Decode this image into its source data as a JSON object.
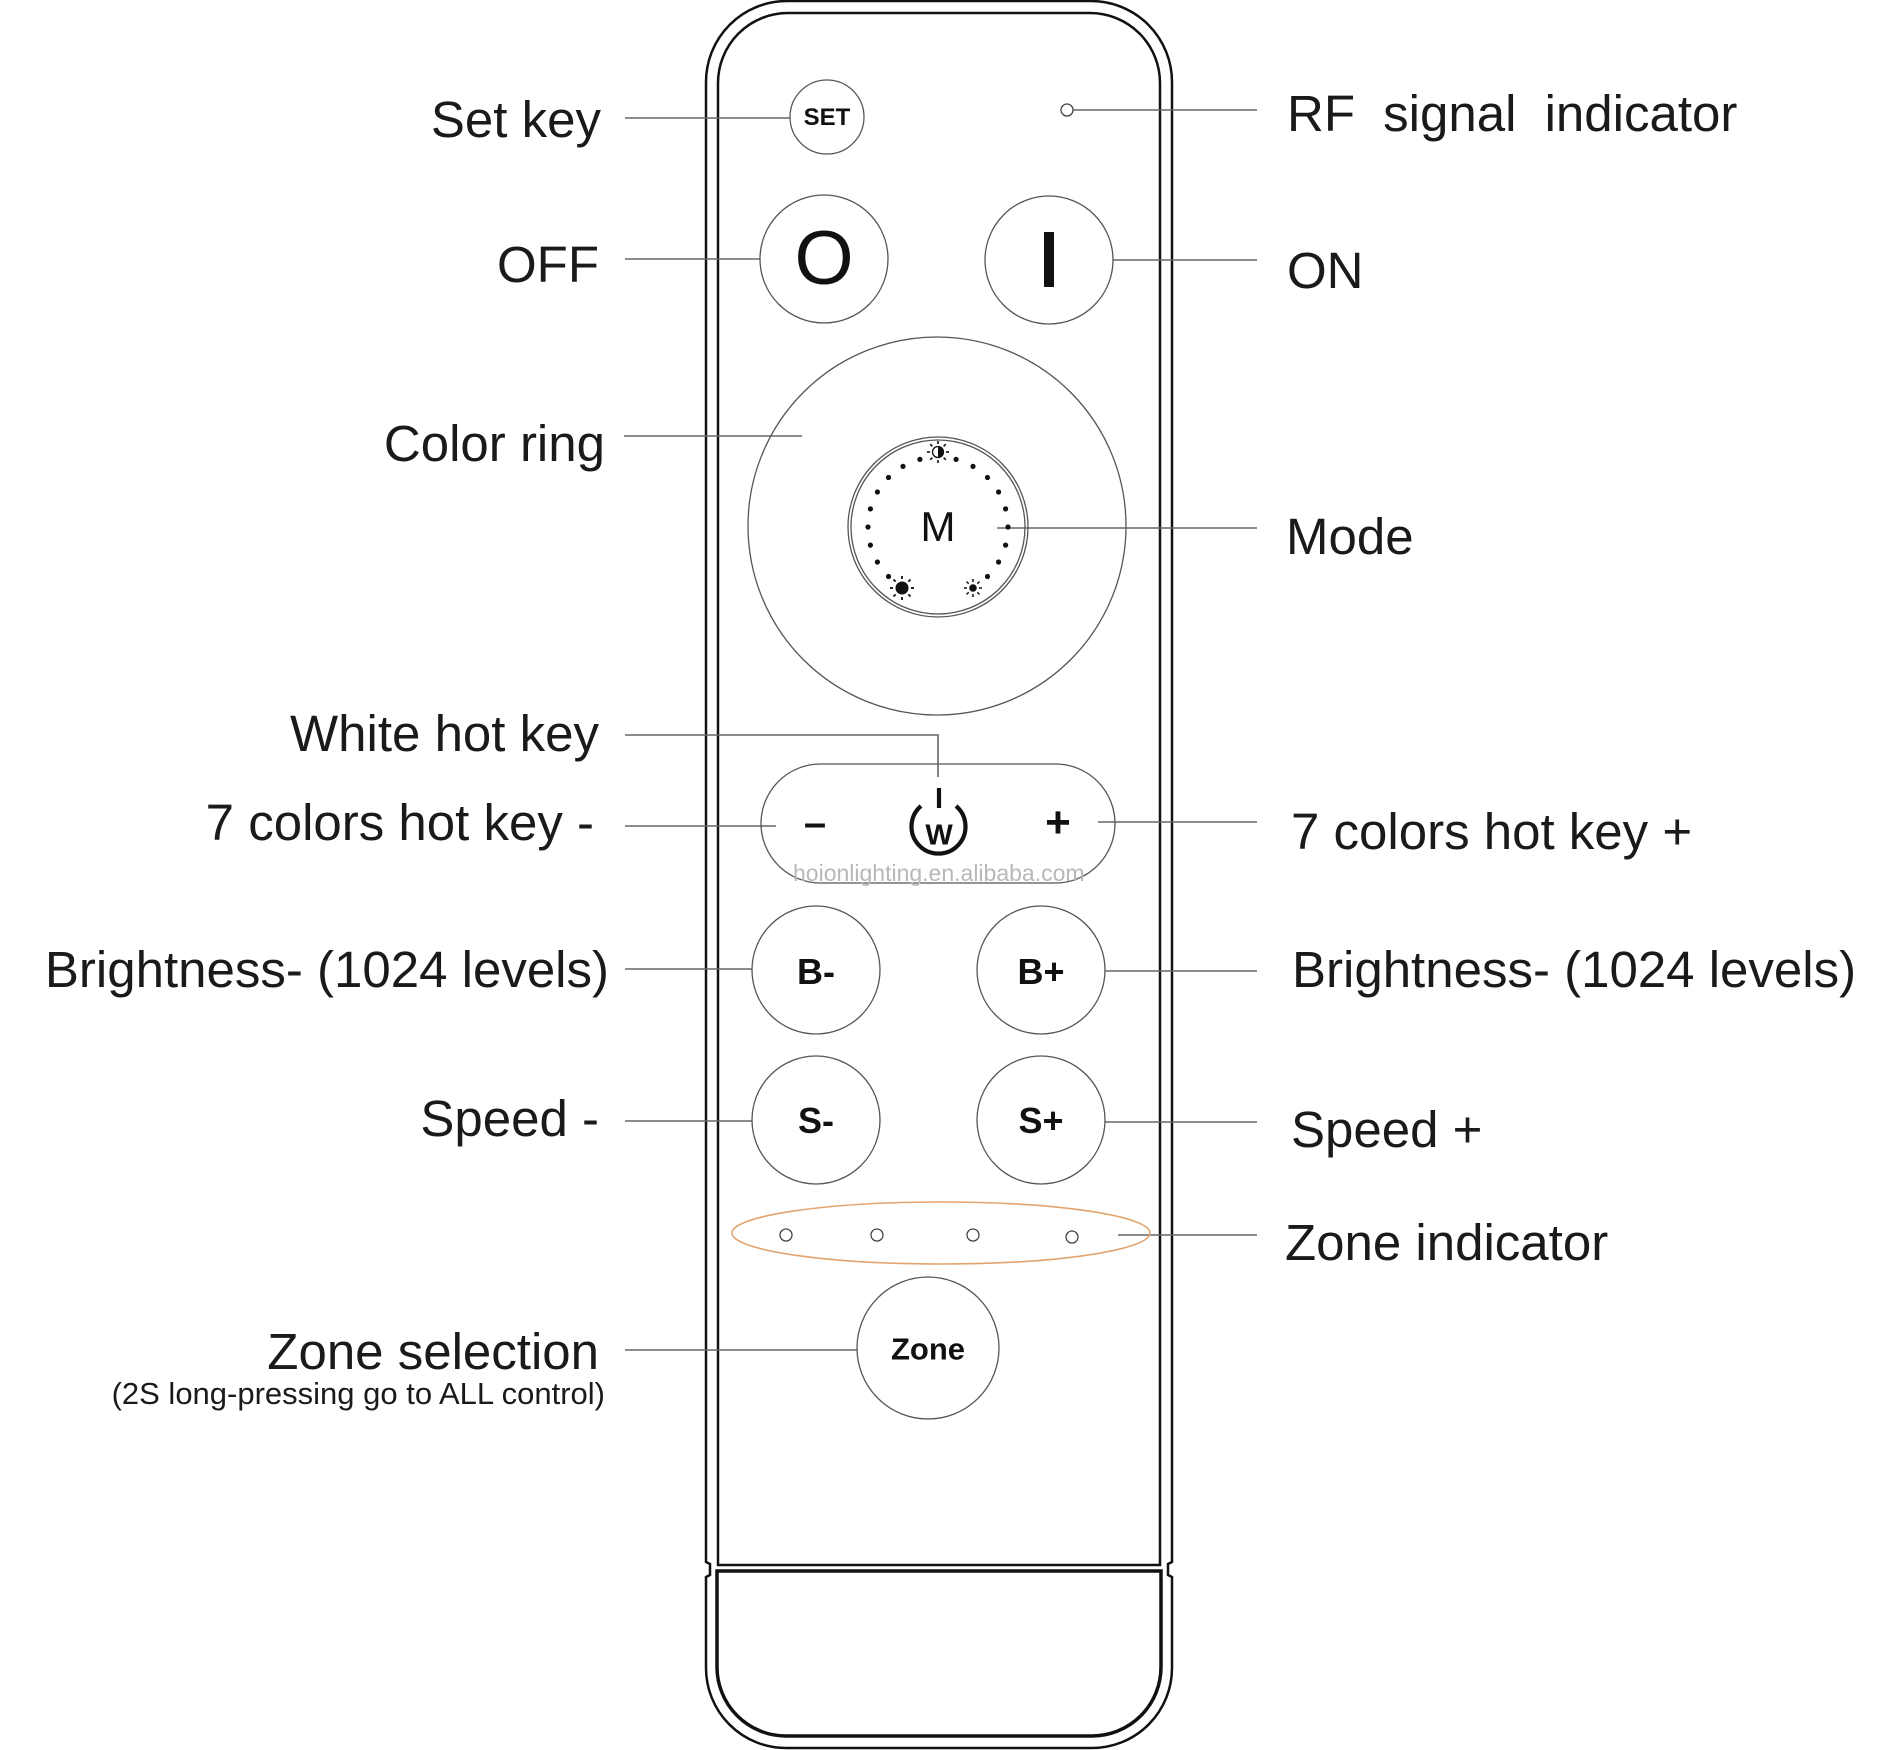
{
  "diagram": {
    "subject": "RF remote control key layout",
    "buttons": {
      "set": "SET",
      "off": "O",
      "on": "I",
      "mode": "M",
      "white": "W",
      "minus": "–",
      "plus": "+",
      "b_minus": "B-",
      "b_plus": "B+",
      "s_minus": "S-",
      "s_plus": "S+",
      "zone": "Zone"
    },
    "labels_left": {
      "set_key": "Set key",
      "off": "OFF",
      "color_ring": "Color ring",
      "white_hot_key": "White hot key",
      "colors_minus": "7 colors hot key -",
      "brightness_minus": "Brightness- (1024 levels)",
      "speed_minus": "Speed -",
      "zone_selection": "Zone selection",
      "zone_selection_note": "(2S long-pressing go to ALL control)"
    },
    "labels_right": {
      "rf_indicator": "RF signal indicator",
      "on": "ON",
      "mode": "Mode",
      "colors_plus": "7 colors hot key +",
      "brightness_plus": "Brightness- (1024 levels)",
      "speed_plus": "Speed +",
      "zone_indicator": "Zone indicator"
    },
    "watermark": "hoionlighting.en.alibaba.com",
    "zone_indicator_count": 4,
    "colors": {
      "outline": "#111111",
      "button_stroke": "#555555",
      "leader": "#666666",
      "zone_ellipse": "#e3a46e",
      "watermark": "#b8b8b8"
    }
  }
}
